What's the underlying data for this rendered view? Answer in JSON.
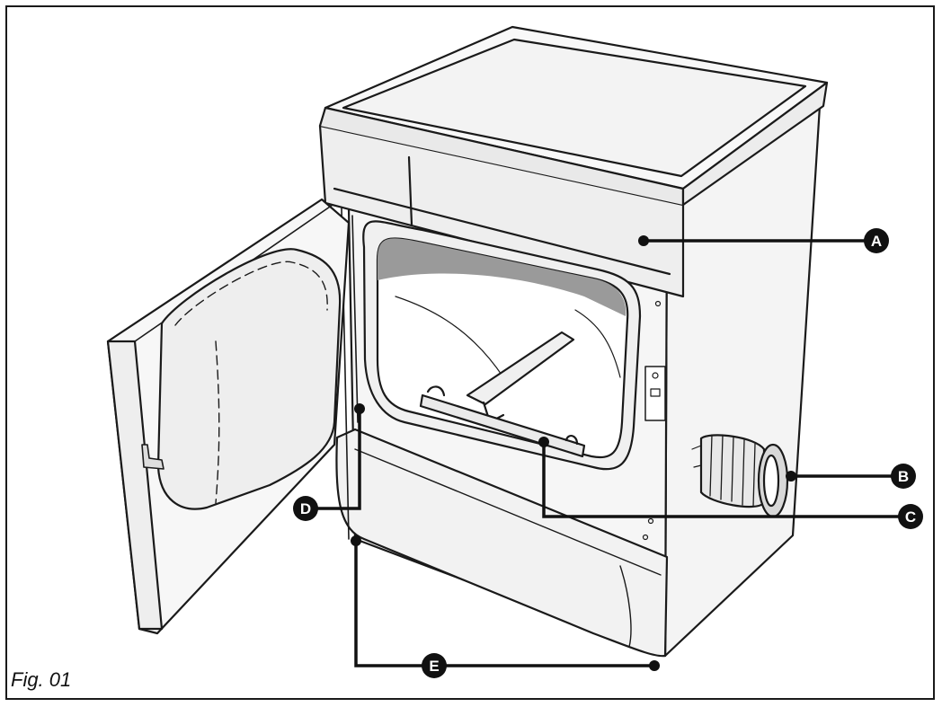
{
  "figure": {
    "caption": "Fig. 01",
    "callouts": [
      {
        "id": "A",
        "label": "A",
        "part": "control-panel"
      },
      {
        "id": "B",
        "label": "B",
        "part": "exhaust-vent"
      },
      {
        "id": "C",
        "label": "C",
        "part": "lint-filter"
      },
      {
        "id": "D",
        "label": "D",
        "part": "door-switch"
      },
      {
        "id": "E",
        "label": "E",
        "part": "base-kickplate"
      }
    ]
  },
  "colors": {
    "line": "#1a1a1a",
    "body": "#f2f2f2",
    "panel": "#ebebeb",
    "drum_shadow": "#9a9a9a",
    "marker": "#111111"
  }
}
